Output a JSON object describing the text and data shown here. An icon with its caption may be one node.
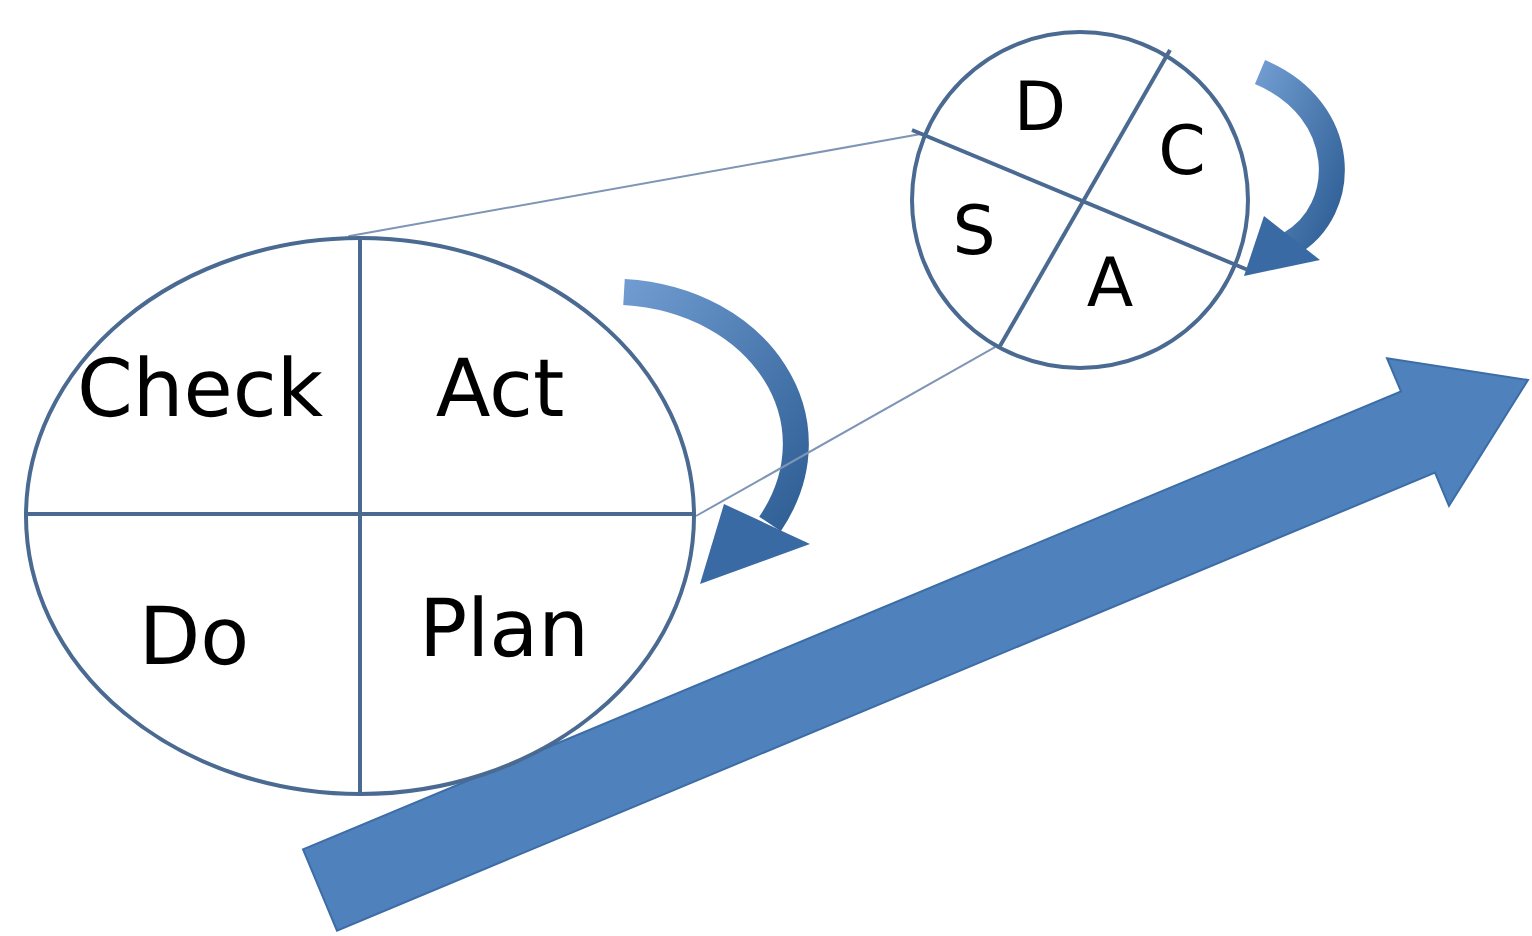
{
  "diagram": {
    "nodes": [
      {
        "text": [],
        "shape": "circle"
      },
      {
        "text": [
          "Check"
        ],
        "in": 0
      },
      {
        "text": [
          "Act"
        ],
        "in": 0
      },
      {
        "text": [
          "Do"
        ],
        "in": 0
      },
      {
        "text": [
          "Plan"
        ],
        "in": 0
      },
      {
        "text": [],
        "shape": "circle"
      },
      {
        "text": [
          "D"
        ],
        "in": 5
      },
      {
        "text": [
          "C"
        ],
        "in": 5
      },
      {
        "text": [
          "S"
        ],
        "in": 5
      },
      {
        "text": [
          "A"
        ],
        "in": 5
      }
    ],
    "edges": [
      {
        "from": 5,
        "to": 0,
        "arrow": "none"
      },
      {
        "from": 5,
        "to": 0,
        "arrow": "none"
      }
    ]
  }
}
